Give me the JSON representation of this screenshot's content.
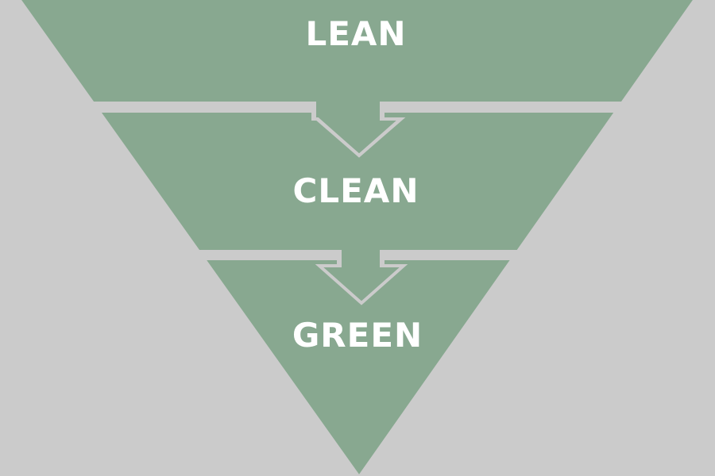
{
  "diagram": {
    "type": "inverted-pyramid-funnel",
    "colors": {
      "background": "#cbcbcb",
      "tier_fill": "#88a890",
      "separator": "#cbcbcb",
      "label_text": "#ffffff"
    },
    "tiers": [
      {
        "label": "LEAN"
      },
      {
        "label": "CLEAN"
      },
      {
        "label": "GREEN"
      }
    ],
    "connectors": [
      {
        "from": "LEAN",
        "to": "CLEAN",
        "icon": "down-arrow-icon"
      },
      {
        "from": "CLEAN",
        "to": "GREEN",
        "icon": "down-arrow-icon"
      }
    ]
  }
}
